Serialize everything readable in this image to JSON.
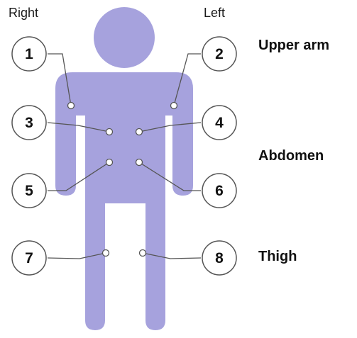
{
  "labels": {
    "right": "Right",
    "left": "Left"
  },
  "regions": {
    "upper_arm": "Upper arm",
    "abdomen": "Abdomen",
    "thigh": "Thigh"
  },
  "sites": [
    "1",
    "2",
    "3",
    "4",
    "5",
    "6",
    "7",
    "8"
  ],
  "colors": {
    "body_fill": "#a6a2dd",
    "stroke": "#555555",
    "text": "#111111"
  }
}
